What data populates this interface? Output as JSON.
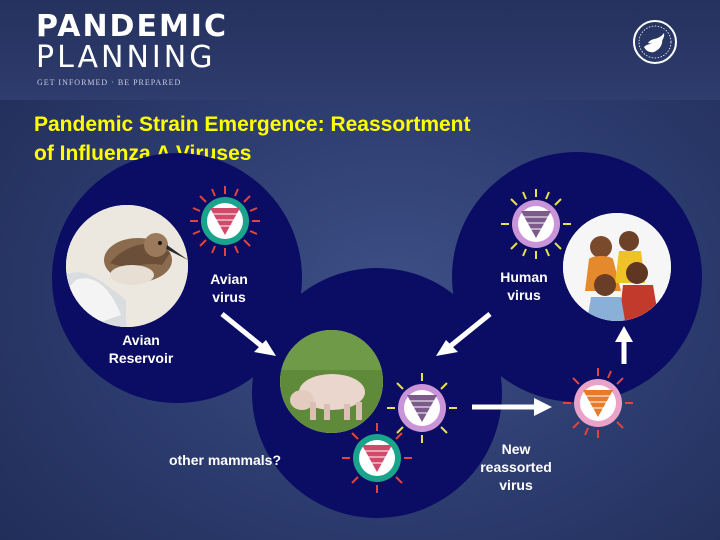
{
  "header": {
    "logo_line1": "PANDEMIC",
    "logo_line2": "PLANNING",
    "tagline": "GET INFORMED · BE PREPARED"
  },
  "title_line1": "Pandemic Strain Emergence: Reassortment",
  "title_line2": "of Influenza A Viruses",
  "labels": {
    "avian_reservoir_1": "Avian",
    "avian_reservoir_2": "Reservoir",
    "avian_virus_1": "Avian",
    "avian_virus_2": "virus",
    "human_virus_1": "Human",
    "human_virus_2": "virus",
    "other_mammals": "other mammals?",
    "new_1": "New",
    "new_2": "reassorted",
    "new_3": "virus"
  },
  "colors": {
    "title": "#ffff00",
    "circle": "#0a0d63",
    "avian_ring": "#1aa48c",
    "human_ring": "#c994d8",
    "spike_red": "#e0443c",
    "spike_yellow": "#e8e04a",
    "reassorted_ring": "#e9a3c8"
  },
  "icons": [
    "hhs-seal-icon",
    "bird-photo",
    "pig-photo",
    "family-photo",
    "avian-virus-icon",
    "human-virus-icon",
    "reassorted-virus-icon",
    "arrow-icon"
  ]
}
